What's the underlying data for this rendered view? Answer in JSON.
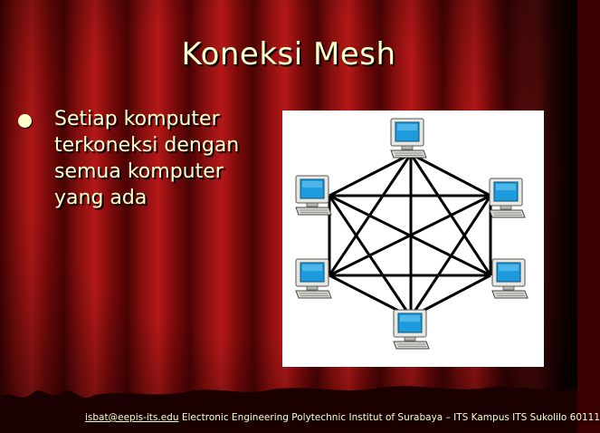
{
  "slide": {
    "title": "Koneksi Mesh",
    "bullet_lines": [
      "Setiap komputer",
      "terkoneksi dengan",
      "semua komputer",
      "yang ada"
    ],
    "footer_email": "isbat@eepis-its.edu",
    "footer_text": " Electronic Engineering Polytechnic Institut of Surabaya – ITS Kampus ITS Sukolilo 60111"
  },
  "colors": {
    "text": "#ffffcc",
    "curtain_dark": "#3a0000",
    "curtain_red": "#b31414",
    "screen_blue": "#1e9bdc",
    "monitor_beige": "#e8e8e0"
  },
  "diagram": {
    "type": "mesh-topology",
    "nodes": [
      {
        "icon": "computer-icon",
        "name": "top"
      },
      {
        "icon": "computer-icon",
        "name": "upper-right"
      },
      {
        "icon": "computer-icon",
        "name": "lower-right"
      },
      {
        "icon": "computer-icon",
        "name": "bottom"
      },
      {
        "icon": "computer-icon",
        "name": "lower-left"
      },
      {
        "icon": "computer-icon",
        "name": "upper-left"
      }
    ],
    "links": "every node connected to every other node"
  }
}
